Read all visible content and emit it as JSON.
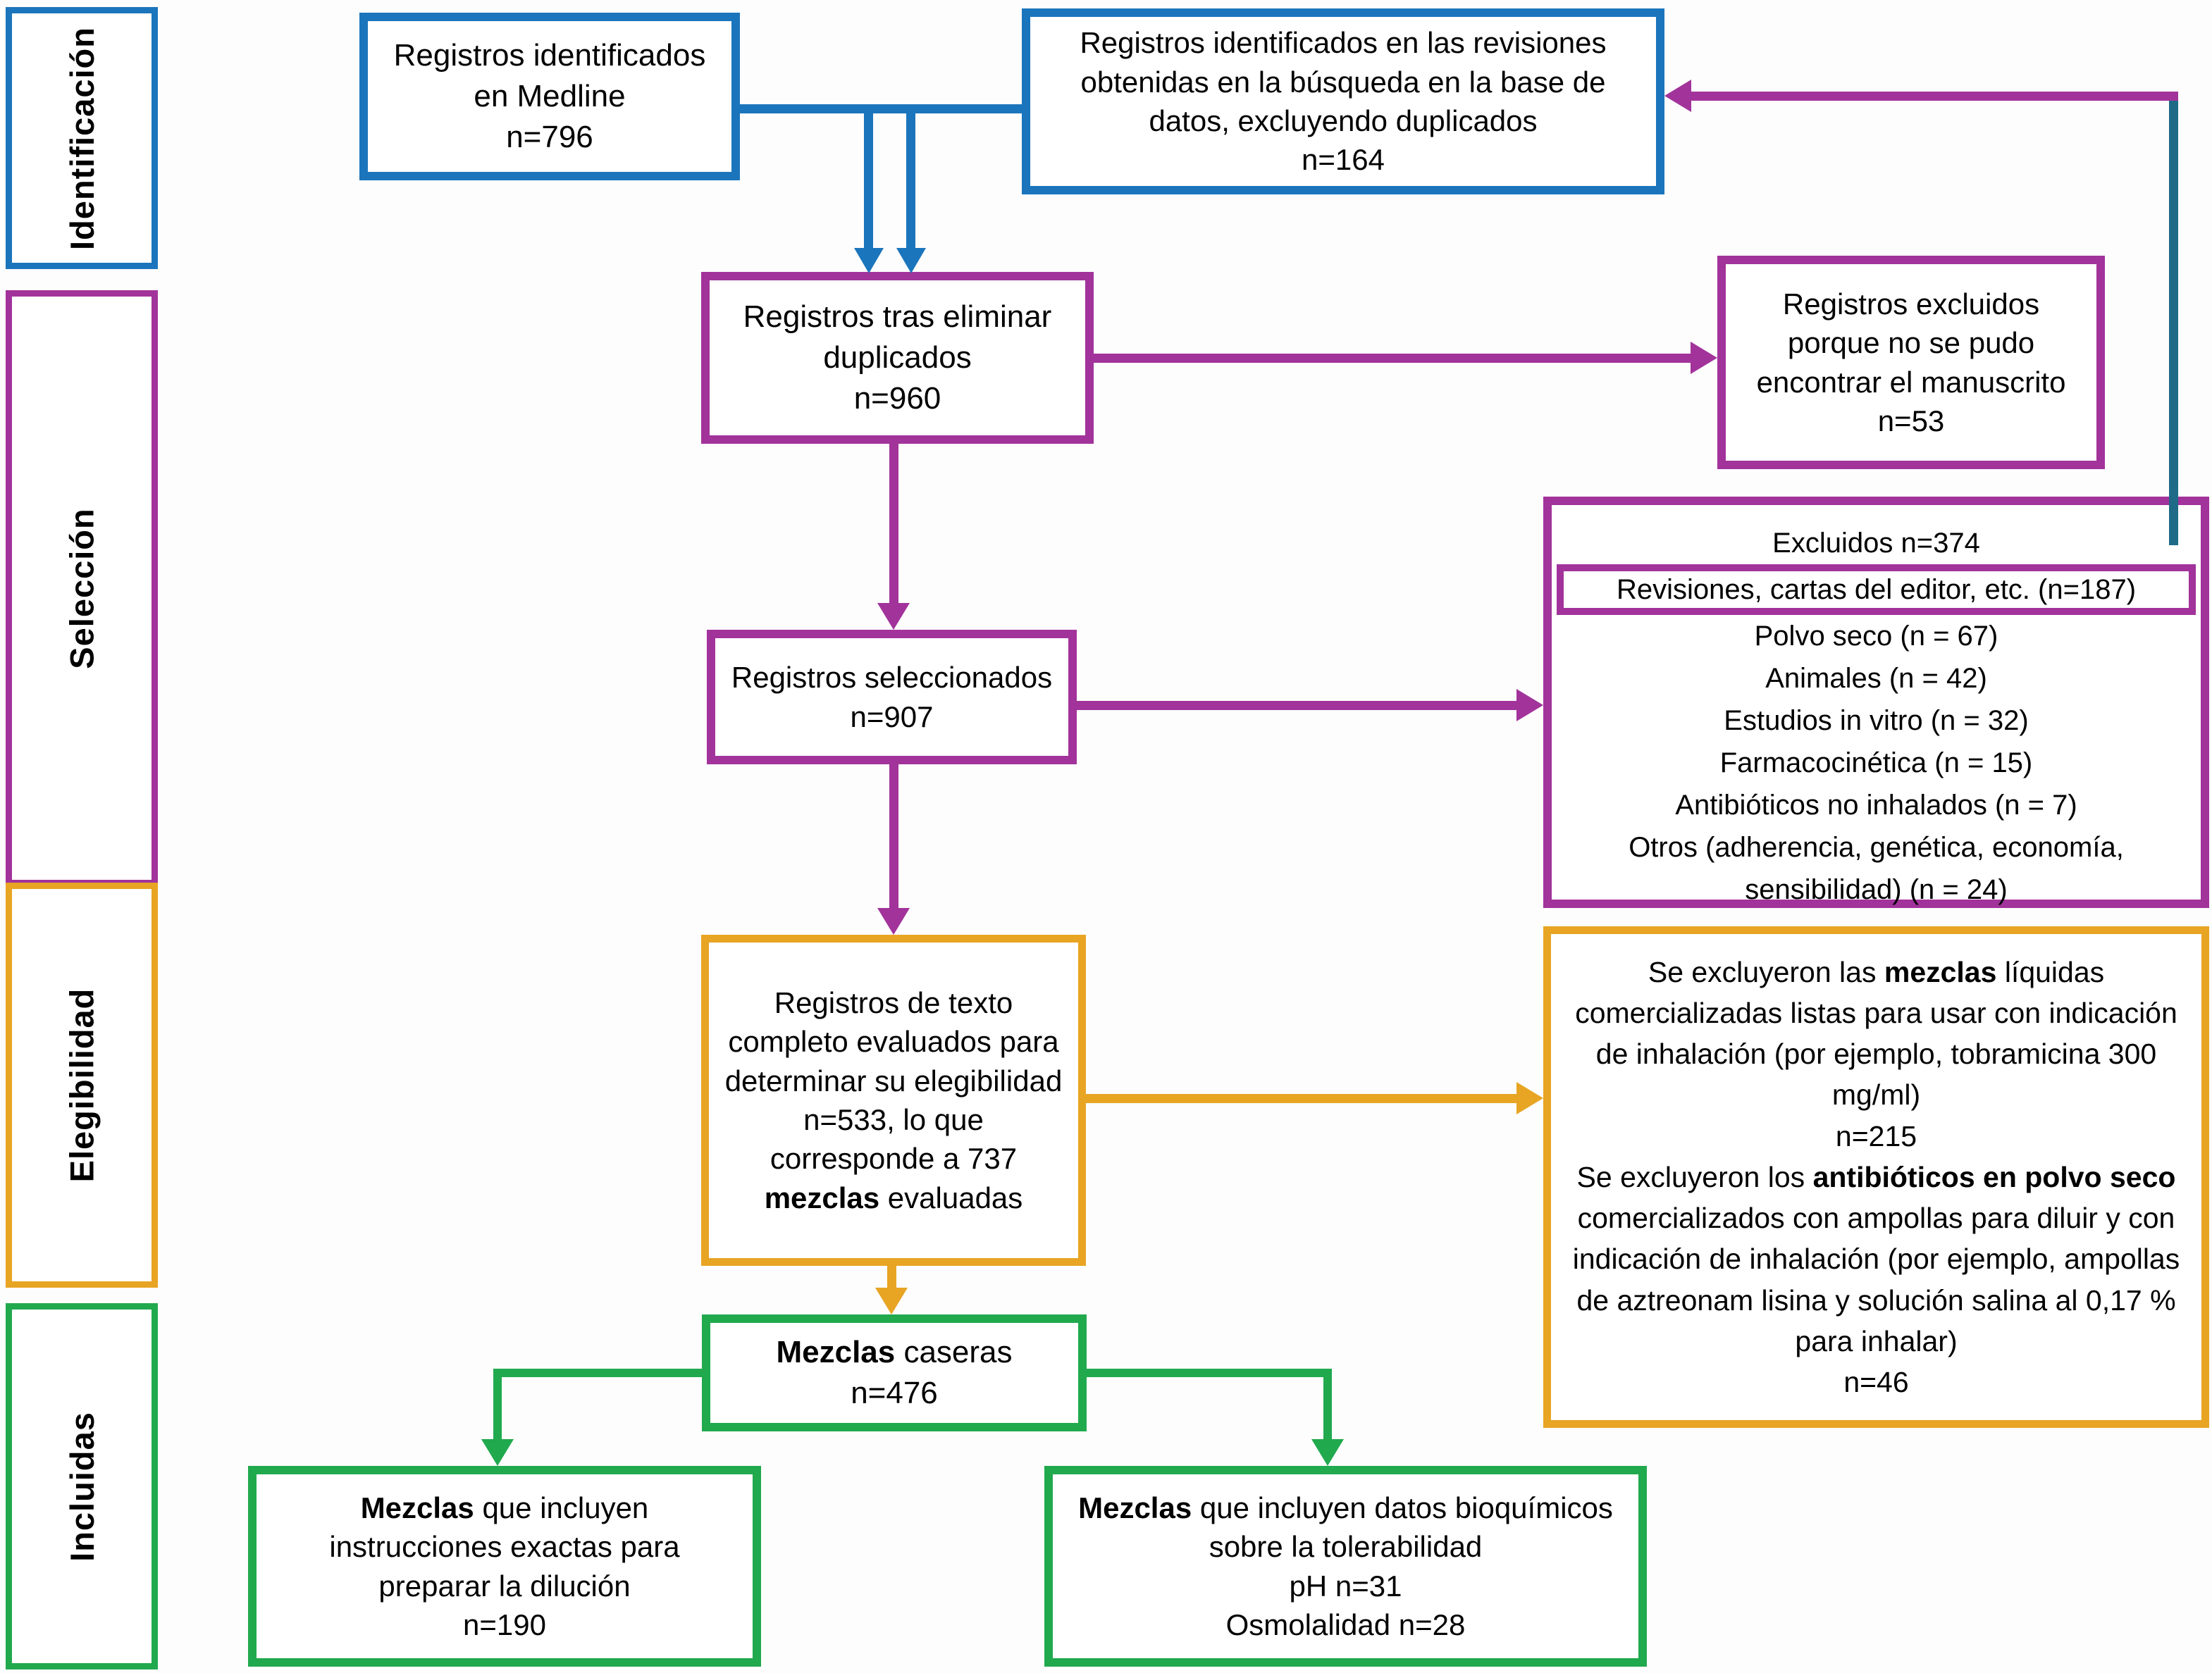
{
  "colors": {
    "blue": "#1B75BC",
    "purple": "#A2339B",
    "yellow": "#E8A423",
    "green": "#21A94E",
    "teal": "#1F6B87",
    "text": "#000000",
    "background": "#FFFFFF"
  },
  "sidebar": {
    "identificacion": "Identificación",
    "seleccion": "Selección",
    "elegibilidad": "Elegibilidad",
    "incluidas": "Incluidas"
  },
  "flow": {
    "medline": {
      "text": "Registros identificados en Medline",
      "n": "n=796"
    },
    "revisiones": {
      "text": "Registros identificados en las revisiones obtenidas en la búsqueda en la base de datos, excluyendo duplicados",
      "n": "n=164"
    },
    "duplicados": {
      "text": "Registros tras eliminar duplicados",
      "n": "n=960"
    },
    "manuscrito": {
      "text": "Registros excluidos porque no se pudo encontrar el manuscrito",
      "n": "n=53"
    },
    "seleccionados": {
      "text": "Registros seleccionados",
      "n": "n=907"
    },
    "excluidos": {
      "header": "Excluidos n=374",
      "destacado": "Revisiones, cartas del editor, etc. (n=187)",
      "items": [
        "Polvo seco (n = 67)",
        "Animales (n = 42)",
        "Estudios in vitro (n = 32)",
        "Farmacocinética (n = 15)",
        "Antibióticos no inhalados (n = 7)",
        "Otros (adherencia, genética, economía, sensibilidad) (n = 24)"
      ]
    },
    "texto_completo": {
      "pre": "Registros de texto completo evaluados para determinar su elegibilidad n=533, lo que corresponde a 737 ",
      "bold": "mezclas",
      "post": " evaluadas"
    },
    "exclusion_mezclas": {
      "p1": {
        "pre": "Se excluyeron las ",
        "bold": "mezclas",
        "post": " líquidas comercializadas listas para usar con indicación de inhalación (por ejemplo, tobramicina 300 mg/ml)",
        "n": "n=215"
      },
      "p2": {
        "pre": "Se excluyeron los ",
        "bold": "antibióticos en polvo seco",
        "post": " comercializados con ampollas para diluir y con indicación de inhalación (por ejemplo, ampollas de aztreonam lisina y solución salina al 0,17 % para inhalar)",
        "n": "n=46"
      }
    },
    "caseras": {
      "bold": "Mezclas",
      "post": " caseras",
      "n": "n=476"
    },
    "instrucciones": {
      "bold": "Mezclas",
      "post": " que incluyen instrucciones exactas para preparar la dilución",
      "n": "n=190"
    },
    "bioquimicos": {
      "bold": "Mezclas",
      "post": " que incluyen datos bioquímicos sobre la tolerabilidad",
      "ph": "pH n=31",
      "osmolalidad": "Osmolalidad n=28"
    }
  }
}
